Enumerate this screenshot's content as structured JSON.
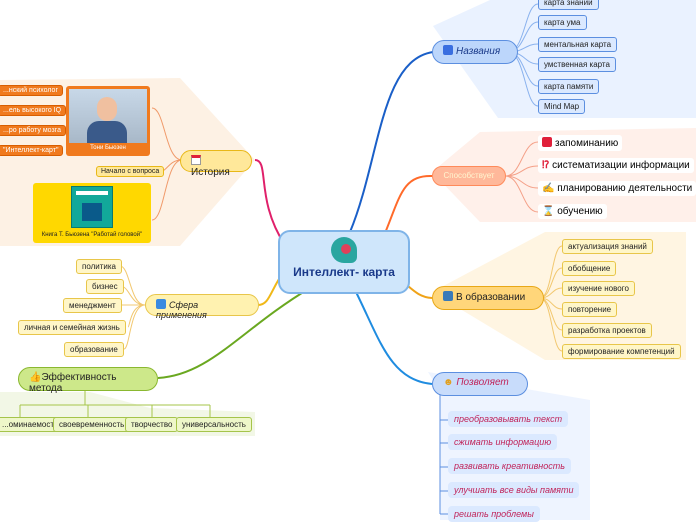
{
  "center": {
    "title": "Интеллект- карта"
  },
  "names": {
    "label": "Названия",
    "items": [
      "карта знаний",
      "карта ума",
      "ментальная карта",
      "умственная карта",
      "карта памяти",
      "Mind Map"
    ]
  },
  "purpose": {
    "label": "Способствует",
    "items": [
      "запоминанию",
      "систематизации информации",
      "планированию деятельности",
      "обучению"
    ]
  },
  "education": {
    "label": "В образовании",
    "items": [
      "актуализация знаний",
      "обобщение",
      "изучение нового",
      "повторение",
      "разработка проектов",
      "формирование компетенций"
    ]
  },
  "allows": {
    "label": "Позволяет",
    "items": [
      "преобразовывать текст",
      "сжимать информацию",
      "развивать креативность",
      "улучшать все виды памяти",
      "решать проблемы"
    ]
  },
  "history": {
    "label": "История",
    "items": [
      "...нский психолог",
      "...ель высокого IQ",
      "...ро работу мозга",
      "\"Интеллект-карт\""
    ],
    "photo_caption": "Тони Бьюзен",
    "start_note": "Начало с вопроса",
    "book_caption": "Книга Т. Бьюзена \"Работай головой\""
  },
  "spheres": {
    "label": "Сфера применения",
    "items": [
      "политика",
      "бизнес",
      "менеджмент",
      "личная и семейная жизнь",
      "образование"
    ]
  },
  "efficiency": {
    "label": "Эффективность метода",
    "items": [
      "...оминаемость",
      "своевременность",
      "творчество",
      "универсальность"
    ]
  },
  "colors": {
    "names": "#1a5fc8",
    "purpose": "#ff6a2a",
    "education": "#f0a318",
    "allows": "#1f8ce0",
    "history": "#e0206a",
    "spheres": "#f0b818",
    "efficiency": "#6aa820"
  }
}
